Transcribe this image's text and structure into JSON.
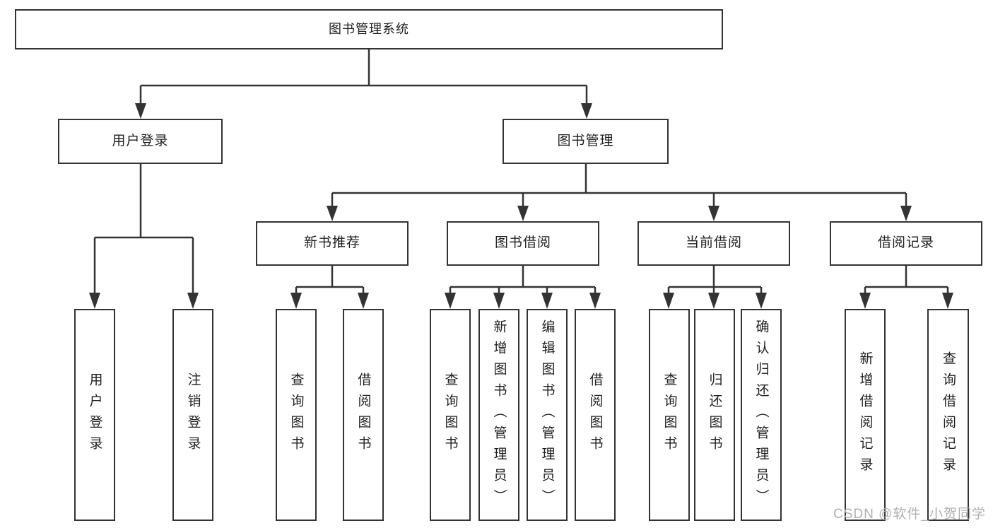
{
  "colors": {
    "line": "#333333",
    "text": "#1f1f1f",
    "watermark": "#b0b0b0",
    "background": "#ffffff"
  },
  "watermark": {
    "text": "CSDN @软件_小贺同学"
  },
  "tree": {
    "label": "图书管理系统",
    "children": [
      {
        "label": "用户登录",
        "children": [
          {
            "label": "用户登录"
          },
          {
            "label": "注销登录"
          }
        ]
      },
      {
        "label": "图书管理",
        "children": [
          {
            "label": "新书推荐",
            "children": [
              {
                "label": "查询图书"
              },
              {
                "label": "借阅图书"
              }
            ]
          },
          {
            "label": "图书借阅",
            "children": [
              {
                "label": "查询图书"
              },
              {
                "label": "新增图书（管理员）"
              },
              {
                "label": "编辑图书（管理员）"
              },
              {
                "label": "借阅图书"
              }
            ]
          },
          {
            "label": "当前借阅",
            "children": [
              {
                "label": "查询图书"
              },
              {
                "label": "归还图书"
              },
              {
                "label": "确认归还（管理员）"
              }
            ]
          },
          {
            "label": "借阅记录",
            "children": [
              {
                "label": "新增借阅记录"
              },
              {
                "label": "查询借阅记录"
              }
            ]
          }
        ]
      }
    ]
  }
}
